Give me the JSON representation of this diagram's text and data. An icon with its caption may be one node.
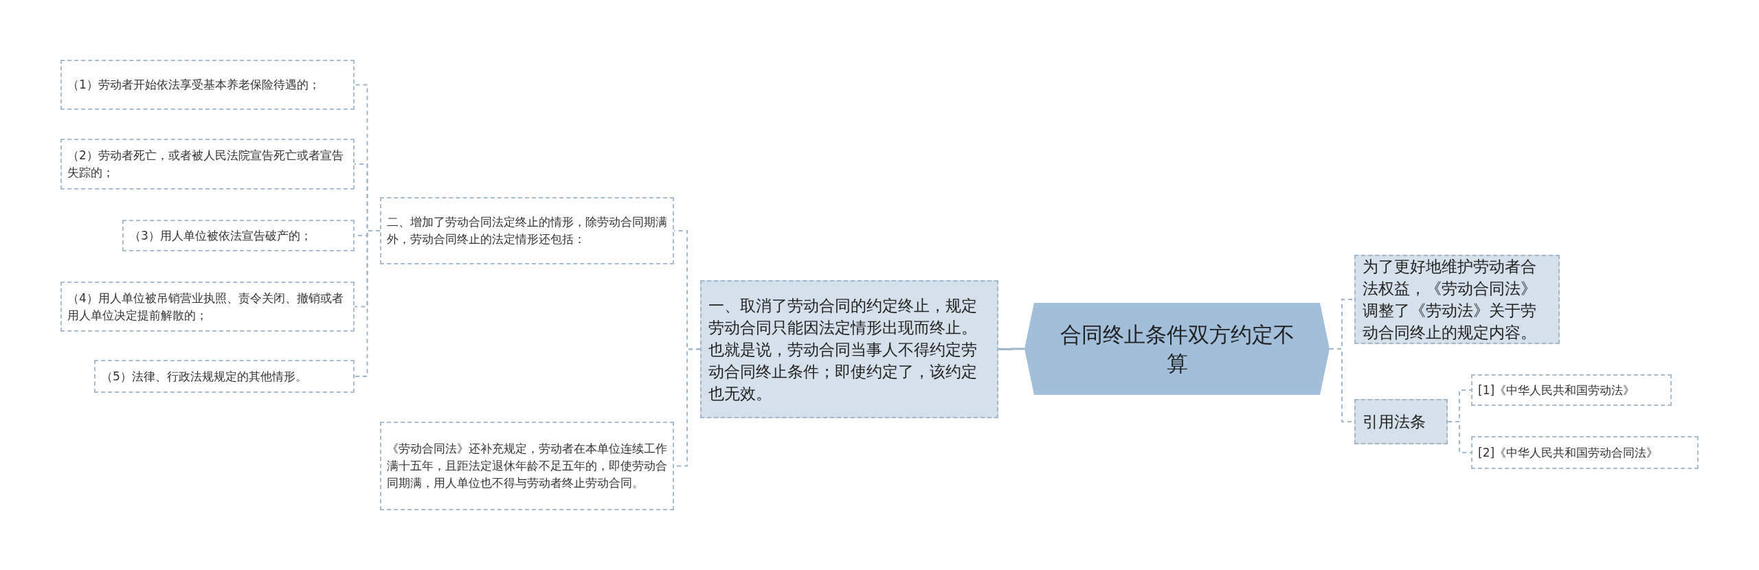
{
  "diagram": {
    "nodes": [
      {
        "text": [
          "合同终止条件双方约定不算"
        ]
      },
      {
        "text": [
          "一、取消了劳动合同的约定终止，规定劳动合同只能因法定情形出现而终止。也就是说，劳动合同当事人不得约定劳动合同终止条件；即使约定了，该约定也无效。"
        ]
      },
      {
        "text": [
          "二、增加了劳动合同法定终止的情形，除劳动合同期满外，劳动合同终止的法定情形还包括："
        ]
      },
      {
        "text": [
          "（1）劳动者开始依法享受基本养老保险待遇的；"
        ]
      },
      {
        "text": [
          "（2）劳动者死亡，或者被人民法院宣告死亡或者宣告失踪的；"
        ]
      },
      {
        "text": [
          "（3）用人单位被依法宣告破产的；"
        ]
      },
      {
        "text": [
          "（4）用人单位被吊销营业执照、责令关闭、撤销或者用人单位决定提前解散的；"
        ]
      },
      {
        "text": [
          "（5）法律、行政法规规定的其他情形。"
        ]
      },
      {
        "text": [
          "《劳动合同法》还补充规定，劳动者在本单位连续工作满十五年，且距法定退休年龄不足五年的，即使劳动合同期满，用人单位也不得与劳动者终止劳动合同。"
        ]
      },
      {
        "text": [
          "为了更好地维护劳动者合法权益，《劳动合同法》调整了《劳动法》关于劳动合同终止的规定内容。"
        ]
      },
      {
        "text": [
          "引用法条"
        ]
      },
      {
        "text": [
          "[1]《中华人民共和国劳动法》"
        ]
      },
      {
        "text": [
          "[2]《中华人民共和国劳动合同法》"
        ]
      }
    ],
    "edges": [
      {
        "from": 0,
        "to": 1,
        "arrow": "none"
      },
      {
        "from": 1,
        "to": 2,
        "arrow": "none",
        "style": "dashed"
      },
      {
        "from": 2,
        "to": 3,
        "arrow": "none",
        "style": "dashed"
      },
      {
        "from": 2,
        "to": 4,
        "arrow": "none",
        "style": "dashed"
      },
      {
        "from": 2,
        "to": 5,
        "arrow": "none",
        "style": "dashed"
      },
      {
        "from": 2,
        "to": 6,
        "arrow": "none",
        "style": "dashed"
      },
      {
        "from": 2,
        "to": 7,
        "arrow": "none",
        "style": "dashed"
      },
      {
        "from": 1,
        "to": 8,
        "arrow": "none",
        "style": "dashed"
      },
      {
        "from": 0,
        "to": 9,
        "arrow": "none",
        "style": "dashed"
      },
      {
        "from": 0,
        "to": 10,
        "arrow": "none",
        "style": "dashed"
      },
      {
        "from": 10,
        "to": 11,
        "arrow": "none",
        "style": "dashed"
      },
      {
        "from": 10,
        "to": 12,
        "arrow": "none",
        "style": "dashed"
      }
    ]
  }
}
